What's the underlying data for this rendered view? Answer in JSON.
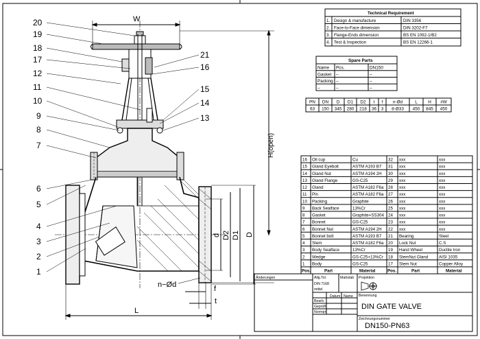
{
  "drawing": {
    "callouts": [
      "1",
      "2",
      "3",
      "4",
      "5",
      "6",
      "7",
      "8",
      "9",
      "10",
      "11",
      "12",
      "13",
      "14",
      "15",
      "16",
      "17",
      "18",
      "19",
      "20",
      "21"
    ],
    "dimensions": {
      "w": "W",
      "h_open": "H(open)",
      "l": "L",
      "d": "d",
      "d2": "D2",
      "d1": "D1",
      "d_outer": "D",
      "f": "f",
      "t": "t",
      "holes": "n−Ød"
    }
  },
  "tech_req": {
    "title": "Technical Requirement",
    "rows": [
      {
        "no": "1.",
        "item": "Design & manufacture",
        "value": "DIN 3356"
      },
      {
        "no": "2.",
        "item": "Face-to-Face dimension",
        "value": "DIN 3202-F7"
      },
      {
        "no": "3.",
        "item": "Flange-Ends dimension",
        "value": "BS EN 1092-1/B2"
      },
      {
        "no": "4.",
        "item": "Test & Inspection",
        "value": "BS EN 12266-1"
      }
    ]
  },
  "spare_parts": {
    "title": "Spare Parts",
    "headers": [
      "Name",
      "Pcs.",
      "DN150"
    ],
    "rows": [
      [
        "Gasket",
        "–",
        "–"
      ],
      [
        "Packing",
        "–",
        "–"
      ],
      [
        "–",
        "–",
        "–"
      ]
    ]
  },
  "dims_table": {
    "headers": [
      "PN",
      "DN",
      "D",
      "D1",
      "D2",
      "t",
      "f",
      "n-Ød",
      "L",
      "H",
      "#W"
    ],
    "rows": [
      [
        "63",
        "150",
        "345",
        "280",
        "218",
        "36",
        "3",
        "8-Ø33",
        "450",
        "845",
        "450"
      ]
    ]
  },
  "parts_list": {
    "left": [
      [
        "16",
        "Oil cup",
        "Cu"
      ],
      [
        "15",
        "Gland Eyebolt",
        "ASTM A193 B7"
      ],
      [
        "14",
        "Gland Nut",
        "ASTM A194 2H"
      ],
      [
        "13",
        "Gland Flange",
        "GS-C25"
      ],
      [
        "12",
        "Gland",
        "ASTM A182 F6a"
      ],
      [
        "11",
        "Pin",
        "ASTM A182 F6a"
      ],
      [
        "10",
        "Packing",
        "Graphite"
      ],
      [
        "9",
        "Back Sealface",
        "13%Cr"
      ],
      [
        "8",
        "Gasket",
        "Graphite+SS304"
      ],
      [
        "7",
        "Bonnet",
        "GS-C25"
      ],
      [
        "6",
        "Bonnet Nut",
        "ASTM A194 2H"
      ],
      [
        "5",
        "Bonnet bolt",
        "ASTM A193 B7"
      ],
      [
        "4",
        "Stem",
        "ASTM A182 F6a"
      ],
      [
        "3",
        "Body Sealface",
        "13%Cr"
      ],
      [
        "2",
        "Wedge",
        "GS-C25+13%Cr"
      ],
      [
        "1",
        "Body",
        "GS-C25"
      ]
    ],
    "right": [
      [
        "32",
        "xxx",
        "xxx"
      ],
      [
        "31",
        "xxx",
        "xxx"
      ],
      [
        "30",
        "xxx",
        "xxx"
      ],
      [
        "29",
        "xxx",
        "xxx"
      ],
      [
        "28",
        "xxx",
        "xxx"
      ],
      [
        "27",
        "xxx",
        "xxx"
      ],
      [
        "26",
        "xxx",
        "xxx"
      ],
      [
        "25",
        "xxx",
        "xxx"
      ],
      [
        "24",
        "xxx",
        "xxx"
      ],
      [
        "23",
        "xxx",
        "xxx"
      ],
      [
        "22",
        "xxx",
        "xxx"
      ],
      [
        "21",
        "Bearing",
        "Steel"
      ],
      [
        "20",
        "Lock Nut",
        "C.S"
      ],
      [
        "19",
        "Hand Wheel",
        "Ductile Iron"
      ],
      [
        "18",
        "StemNut Gland",
        "AISI 1035"
      ],
      [
        "17",
        "Stem Nut",
        "Copper Alloy"
      ]
    ],
    "footer": [
      "Pos.",
      "Part",
      "Material",
      "Pos.",
      "Part",
      "Material"
    ]
  },
  "title_block": {
    "aenderungen": "Änderungen",
    "allg_tol": "Allg.Tol.",
    "din": "DIN 7168",
    "mittel": "mittel",
    "masstab": "Maßstab",
    "projektion": "Projektion",
    "benennung": "Benennung",
    "datum": "Datum",
    "name": "Name",
    "bearb": "Bearb.",
    "geprueft": "Geprüft",
    "normpr": "Normpr.",
    "zeichnungsnummer": "Zeichnungsnummer",
    "title": "DIN GATE VALVE",
    "number": "DN150-PN63"
  }
}
